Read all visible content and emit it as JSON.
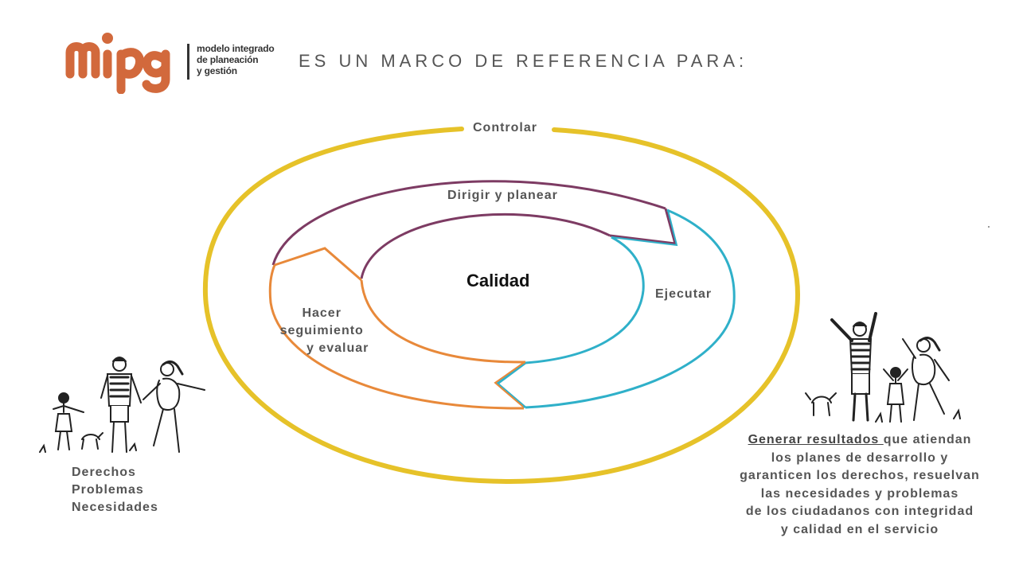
{
  "logo": {
    "mark_text": "mipg",
    "line1": "modelo integrado",
    "line2": "de planeación",
    "line3": "y gestión",
    "color": "#d2693c"
  },
  "header": {
    "title": "ES UN MARCO DE REFERENCIA PARA:"
  },
  "diagram": {
    "outer_label": "Controlar",
    "segment_top": "Dirigir y planear",
    "segment_right": "Ejecutar",
    "segment_left_lines": [
      "Hacer",
      "seguimiento",
      "y evaluar"
    ],
    "center": "Calidad",
    "colors": {
      "outer": "#e6c229",
      "plan": "#7d3b63",
      "execute": "#2fb0c9",
      "evaluate": "#e8893a"
    }
  },
  "left_panel": {
    "items": [
      "Derechos",
      "Problemas",
      "Necesidades"
    ]
  },
  "right_panel": {
    "underlined": "Generar resultados ",
    "rest_first_line": "que atiendan",
    "lines": [
      "los planes de desarrollo y",
      "garanticen los derechos, resuelvan",
      "las necesidades y problemas",
      "de los ciudadanos con integridad",
      "y calidad en el servicio"
    ]
  }
}
